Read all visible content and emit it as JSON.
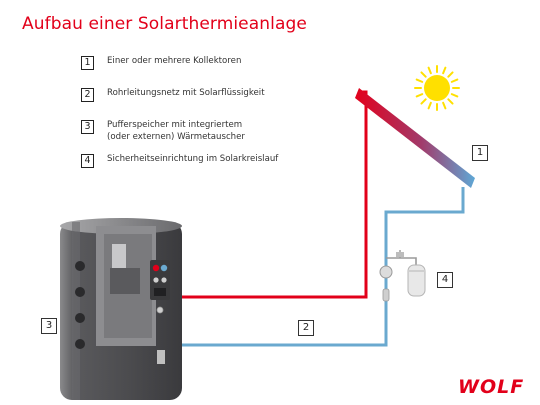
{
  "title": "Aufbau einer Solarthermieanlage",
  "legend": [
    {
      "num": "1",
      "lines": [
        "Einer oder mehrere Kollektoren"
      ]
    },
    {
      "num": "2",
      "lines": [
        "Rohrleitungsnetz mit Solarflüssigkeit"
      ]
    },
    {
      "num": "3",
      "lines": [
        "Pufferspeicher mit integriertem",
        "(oder externen) Wärmetauscher"
      ]
    },
    {
      "num": "4",
      "lines": [
        "Sicherheitseinrichtung im Solarkreislauf"
      ]
    }
  ],
  "callouts": {
    "collector": "1",
    "pipes": "2",
    "tank": "3",
    "safety": "4"
  },
  "logo": "WOLF",
  "colors": {
    "title": "#e2001a",
    "hot_pipe": "#e2001a",
    "cold_pipe": "#6aa9cf",
    "sun": "#ffe000",
    "tank_body": "#4f4f52",
    "logo": "#e2001a"
  },
  "icons": {
    "sun": "sun-icon",
    "collector": "solar-collector-icon",
    "tank": "buffer-tank-icon",
    "safety": "expansion-vessel-icon"
  }
}
